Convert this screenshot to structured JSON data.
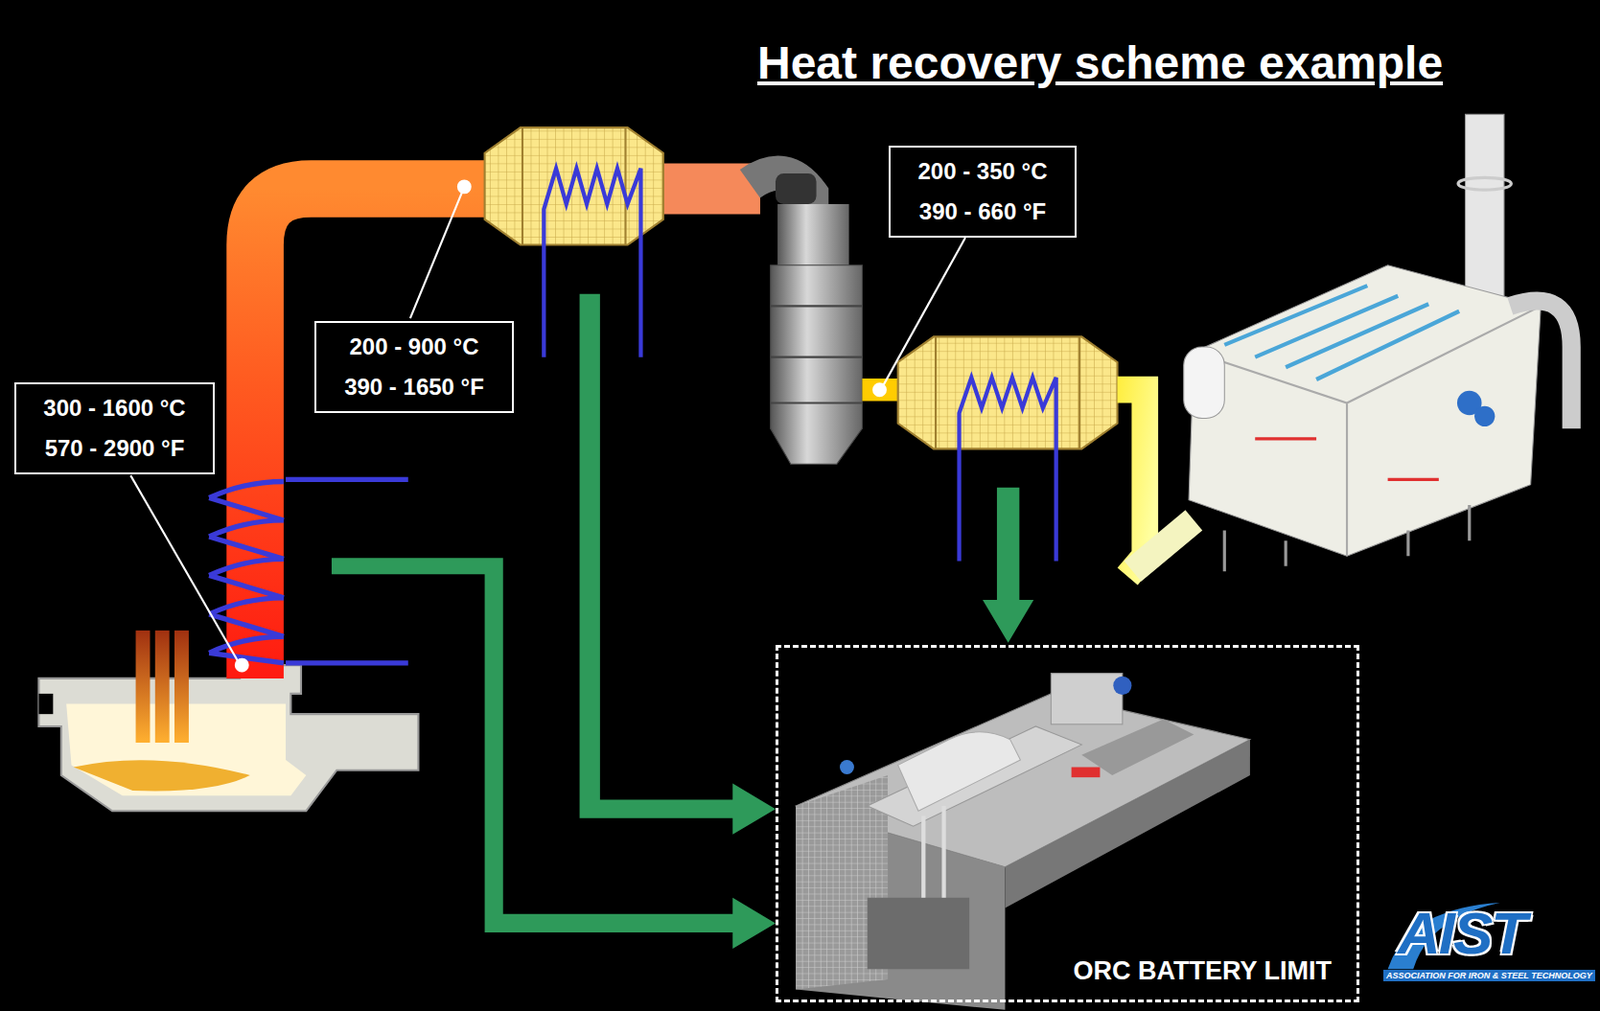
{
  "diagram": {
    "title": "Heat recovery scheme example",
    "nodes": [
      {
        "text": [
          "300 - 1600 °C",
          "570 - 2900 °F"
        ]
      },
      {
        "text": [
          "200 - 900 °C",
          "390 - 1650 °F"
        ]
      },
      {
        "text": [
          "200 - 350 °C",
          "390 - 660 °F"
        ]
      },
      {
        "text": [
          "ORC BATTERY LIMIT"
        ]
      }
    ],
    "labels": [
      "AIST",
      "ASSOCIATION FOR IRON & STEEL TECHNOLOGY"
    ]
  }
}
